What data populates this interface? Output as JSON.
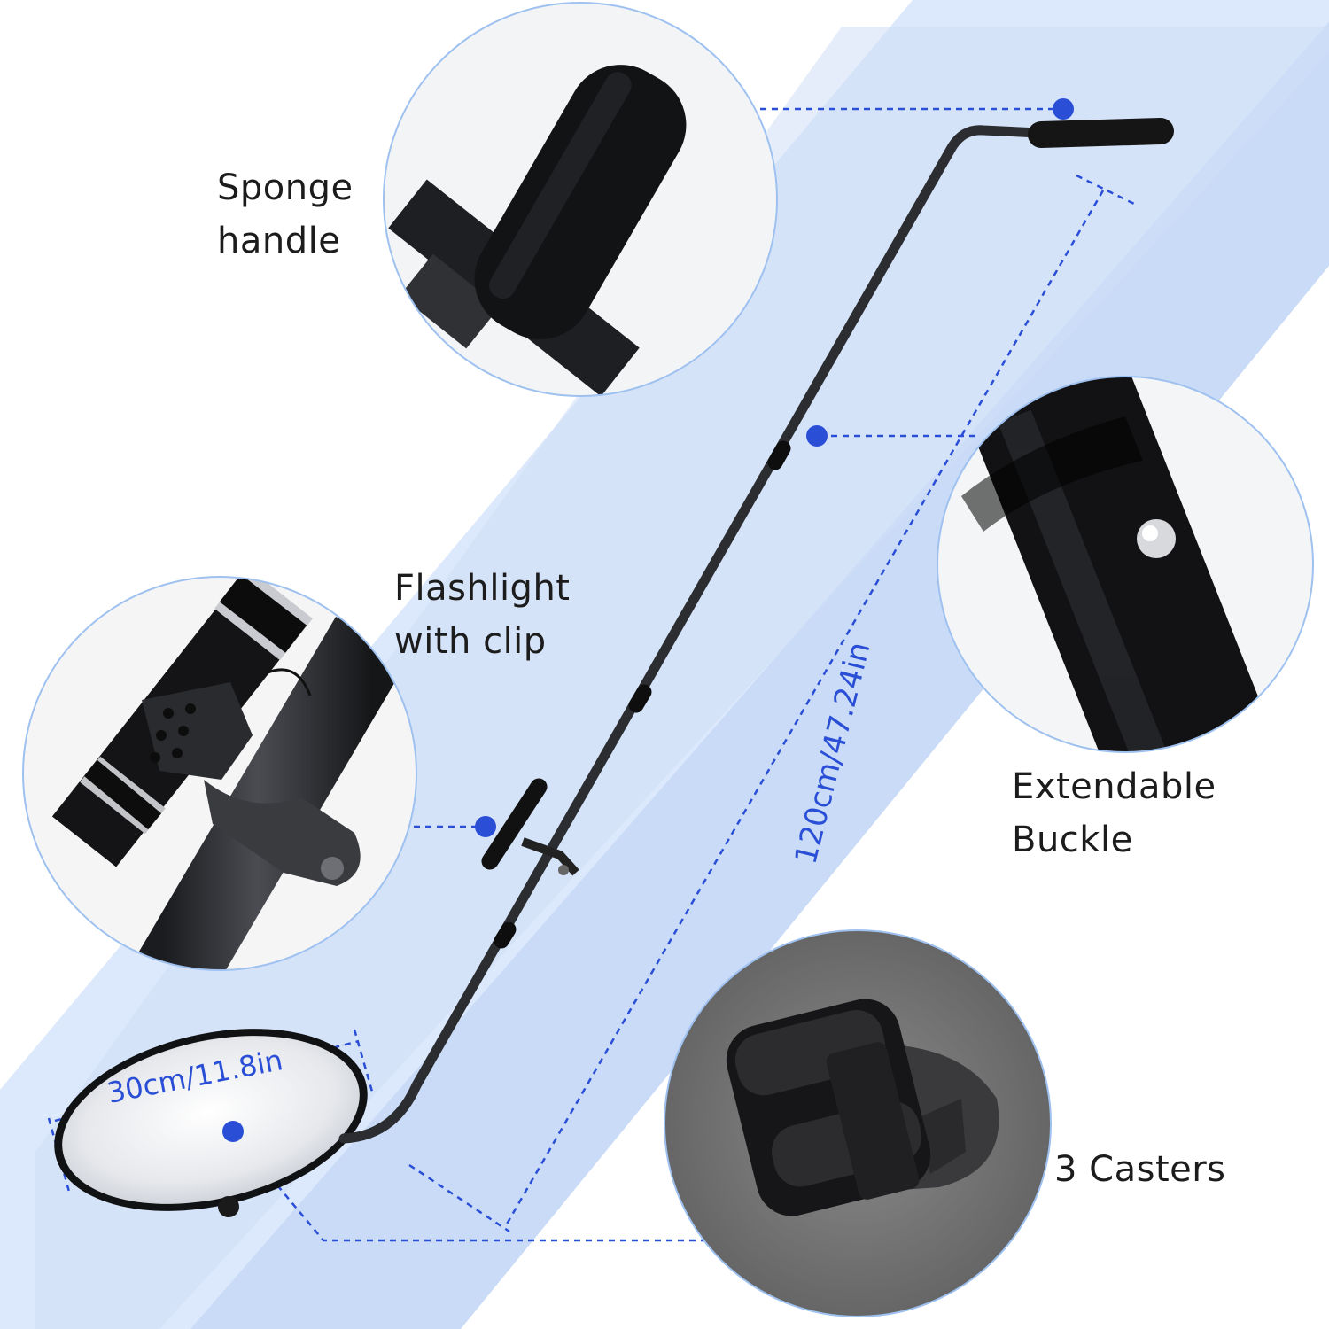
{
  "colors": {
    "band_outer": "#dce8fb",
    "band_inner": "#c9dbf6",
    "accent_blue": "#2a4fd6",
    "pole": "#2b2d31",
    "circle_border": "#9ec1f0"
  },
  "callouts": {
    "sponge_handle": {
      "line1": "Sponge",
      "line2": "handle",
      "icon": "sponge-handle-detail"
    },
    "flashlight": {
      "line1": "Flashlight",
      "line2": "with clip",
      "icon": "flashlight-clip-detail"
    },
    "buckle": {
      "line1": "Extendable",
      "line2": "Buckle",
      "icon": "buckle-detail"
    },
    "casters": {
      "line1": "3 Casters",
      "icon": "caster-wheel-detail"
    }
  },
  "dimensions": {
    "length": "120cm/47.24in",
    "mirror_width": "30cm/11.8in"
  }
}
